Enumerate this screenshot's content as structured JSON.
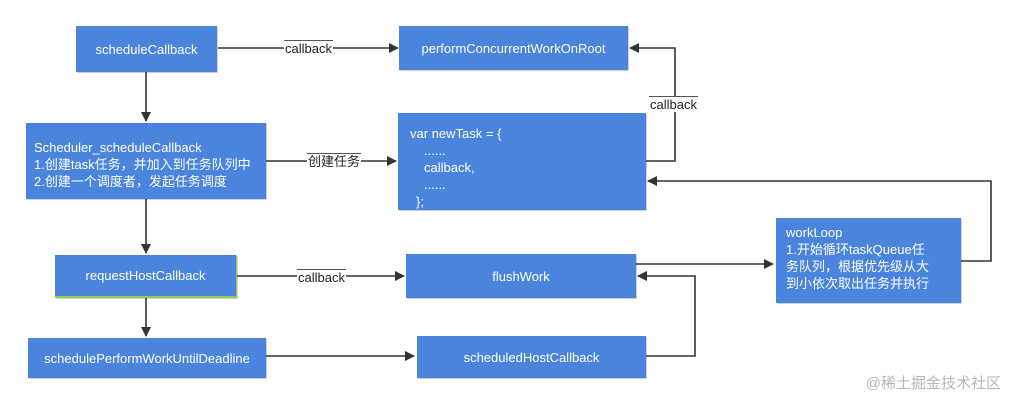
{
  "nodes": {
    "schedule_callback": "scheduleCallback",
    "perform_concurrent": "performConcurrentWorkOnRoot",
    "scheduler_schedule_callback": {
      "title": "Scheduler_scheduleCallback",
      "line1": "1.创建task任务，并加入到任务队列中",
      "line2": "2.创建一个调度者，发起任务调度"
    },
    "new_task": {
      "line1": "var newTask = {",
      "line2": "......",
      "line3": "callback,",
      "line4": "......",
      "line5": "};"
    },
    "request_host_callback": "requestHostCallback",
    "flush_work": "flushWork",
    "work_loop": {
      "title": "workLoop",
      "line1": "1.开始循环taskQueue任",
      "line2": "务队列，根据优先级从大",
      "line3": "到小依次取出任务并执行"
    },
    "schedule_perform": "schedulePerformWorkUntilDeadline",
    "scheduled_host_callback": "scheduledHostCallback"
  },
  "edge_labels": {
    "callback_top": "callback",
    "callback_right": "callback",
    "create_task": "创建任务",
    "callback_mid": "callback"
  },
  "watermark": "@稀土掘金技术社区",
  "colors": {
    "node_fill": "#4a84dc",
    "node_text": "#ffffff",
    "arrow": "#333333",
    "accent_edge": "#8fd14f"
  }
}
